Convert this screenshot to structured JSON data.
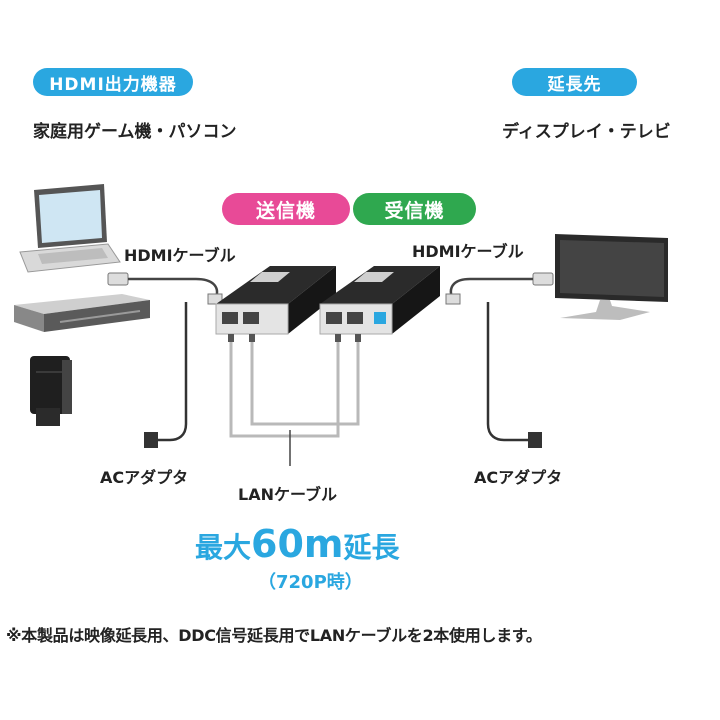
{
  "source": {
    "badge": "HDMI出力機器",
    "devices": "家庭用ゲーム機・パソコン"
  },
  "destination": {
    "badge": "延長先",
    "devices": "ディスプレイ・テレビ"
  },
  "units": {
    "transmitter": "送信機",
    "receiver": "受信機"
  },
  "cables": {
    "hdmi_left": "HDMIケーブル",
    "hdmi_right": "HDMIケーブル",
    "lan": "LANケーブル",
    "ac_left": "ACアダプタ",
    "ac_right": "ACアダプタ"
  },
  "headline": {
    "prefix": "最大",
    "distance": "60m",
    "suffix": "延長",
    "condition": "（720P時）"
  },
  "note": "※本製品は映像延長用、DDC信号延長用でLANケーブルを2本使用します。",
  "colors": {
    "blue": "#2aa7e0",
    "pink": "#e84a97",
    "green": "#2fa84f"
  }
}
